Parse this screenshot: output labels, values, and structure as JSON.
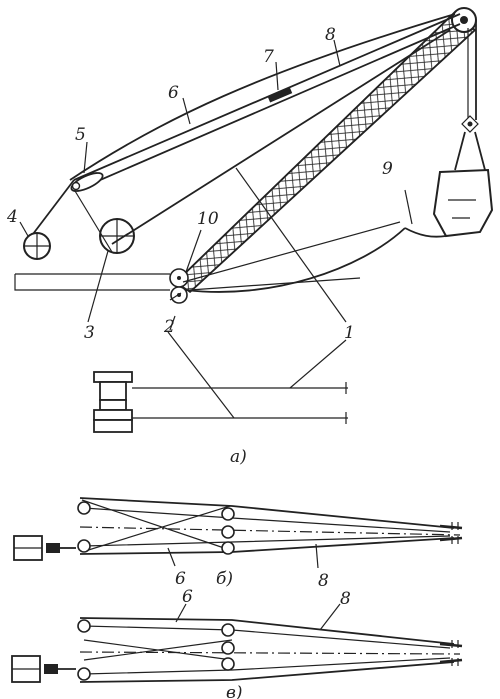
{
  "figure": {
    "panel_a": {
      "caption": "а)",
      "labels": {
        "l1": "1",
        "l2": "2",
        "l3": "3",
        "l4": "4",
        "l5": "5",
        "l6": "6",
        "l7": "7",
        "l8": "8",
        "l9": "9",
        "l10": "10"
      }
    },
    "panel_b": {
      "caption": "б)",
      "labels": {
        "l6": "6",
        "l8": "8"
      }
    },
    "panel_c": {
      "caption": "в)",
      "labels": {
        "l6": "6",
        "l8": "8"
      }
    }
  }
}
